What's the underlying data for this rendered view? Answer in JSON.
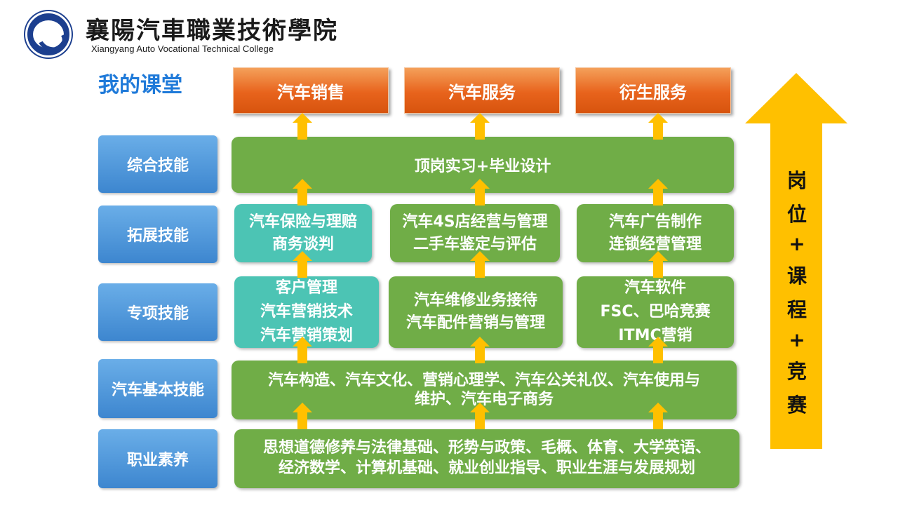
{
  "header": {
    "college_cn": "襄陽汽車職業技術學院",
    "college_en": "Xiangyang Auto Vocational Technical College",
    "page_title": "我的课堂"
  },
  "top_boxes": [
    "汽车销售",
    "汽车服务",
    "衍生服务"
  ],
  "categories": [
    "综合技能",
    "拓展技能",
    "专项技能",
    "汽车基本技能",
    "职业素养"
  ],
  "comprehensive": "顶岗实习+毕业设计",
  "expansion": [
    [
      "汽车保险与理赔",
      "商务谈判"
    ],
    [
      "汽车4S店经营与管理",
      "二手车鉴定与评估"
    ],
    [
      "汽车广告制作",
      "连锁经营管理"
    ]
  ],
  "special": [
    [
      "客户管理",
      "汽车营销技术",
      "汽车营销策划"
    ],
    [
      "汽车维修业务接待",
      "汽车配件营销与管理"
    ],
    [
      "汽车软件",
      "FSC、巴哈竞赛",
      "ITMC营销"
    ]
  ],
  "basic": [
    "汽车构造、汽车文化、营销心理学、汽车公关礼仪、汽车使用与",
    "维护、汽车电子商务"
  ],
  "quality": [
    "思想道德修养与法律基础、形势与政策、毛概、体育、大学英语、",
    "经济数学、计算机基础、就业创业指导、职业生涯与发展规划"
  ],
  "side_text": [
    "岗",
    "位",
    "+",
    "课",
    "程",
    "+",
    "竞",
    "赛"
  ],
  "colors": {
    "title_blue": "#1f7ad9",
    "orange": "#e8631c",
    "category_blue": "#3d86cf",
    "green": "#70ad47",
    "teal": "#4cc4b4",
    "arrow_yellow": "#ffc000"
  }
}
